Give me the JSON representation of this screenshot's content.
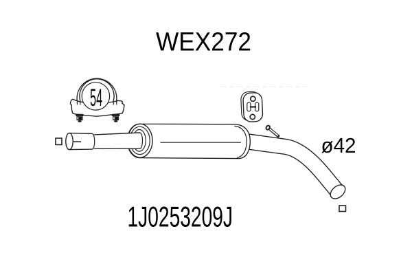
{
  "title": "WEX272",
  "part_number": "1J0253209J",
  "labels": {
    "clamp_size": "54",
    "pipe_diameter": "ø42"
  },
  "colors": {
    "background": "#ffffff",
    "line": "#222222",
    "text": "#000000"
  }
}
